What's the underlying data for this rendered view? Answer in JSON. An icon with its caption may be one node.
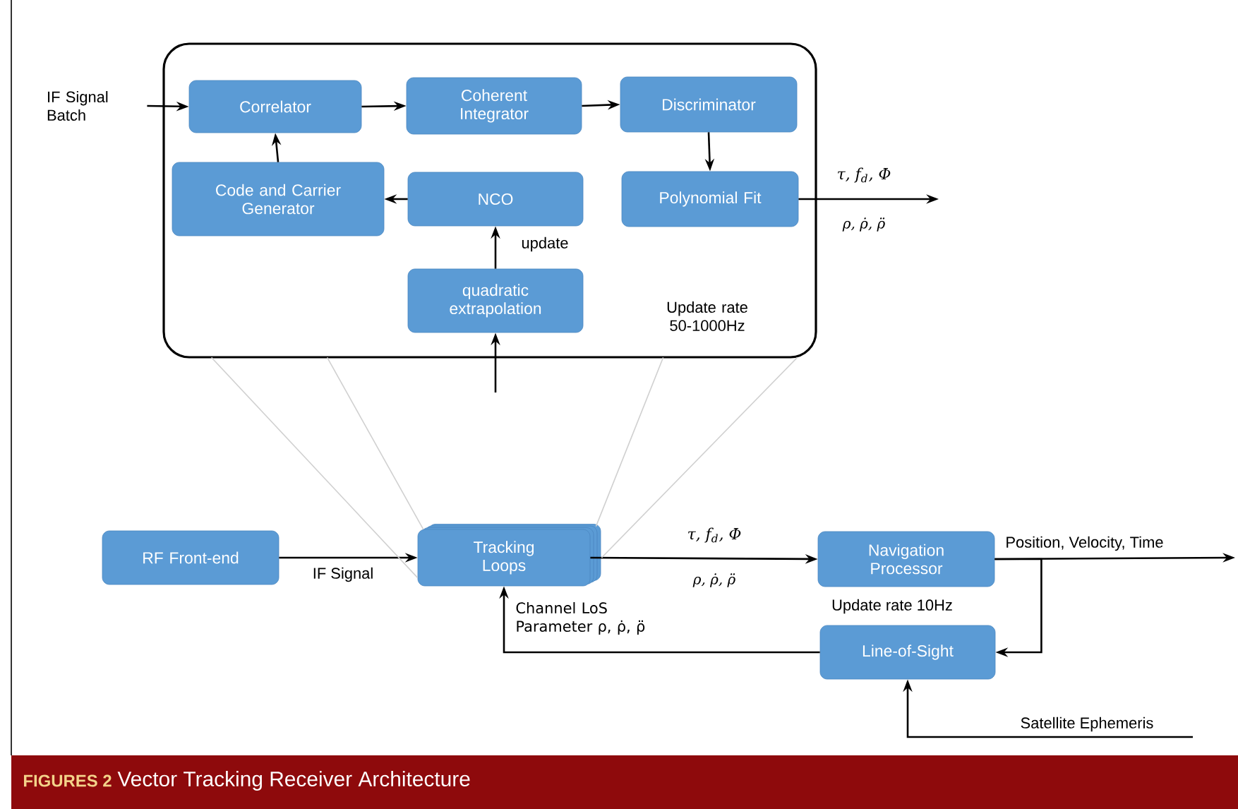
{
  "diagram": {
    "caption": "Vector Tracking Receiver Architecture",
    "nodes": [
      {
        "text": [
          "Update rate 50-1000Hz"
        ]
      },
      {
        "text": [
          "IF Signal Batch"
        ]
      },
      {
        "text": [
          "Correlator"
        ],
        "in": 0
      },
      {
        "text": [
          "Coherent Integrator"
        ],
        "in": 0
      },
      {
        "text": [
          "Discriminator"
        ],
        "in": 0
      },
      {
        "text": [
          "Code and Carrier Generator"
        ],
        "in": 0
      },
      {
        "text": [
          "NCO"
        ],
        "in": 0
      },
      {
        "text": [
          "Polynomial Fit"
        ],
        "in": 0
      },
      {
        "text": [
          "quadratic extrapolation"
        ],
        "in": 0
      },
      {
        "text": [
          "RF Front-end"
        ]
      },
      {
        "text": [
          "Tracking Loops"
        ]
      },
      {
        "text": [
          "Navigation Processor"
        ],
        "beside": [
          "Update rate 10Hz"
        ]
      },
      {
        "text": [
          "Line-of-Sight"
        ]
      }
    ],
    "edges": [
      {
        "from": 1,
        "to": 2,
        "arrow": "to"
      },
      {
        "from": 2,
        "to": 3,
        "arrow": "to"
      },
      {
        "from": 3,
        "to": 4,
        "arrow": "to"
      },
      {
        "from": 4,
        "to": 7,
        "arrow": "to"
      },
      {
        "from": 6,
        "to": 5,
        "arrow": "to"
      },
      {
        "from": 5,
        "to": 2,
        "arrow": "to"
      },
      {
        "from": 8,
        "to": 6,
        "arrow": "to",
        "label": "update"
      },
      {
        "from": null,
        "to": 8,
        "arrow": "to"
      },
      {
        "from": 7,
        "to": null,
        "arrow": "to",
        "label": "τ, *f*$_{d}$, Φ"
      },
      {
        "from": 9,
        "to": 10,
        "arrow": "to",
        "label": "IF Signal"
      },
      {
        "from": 10,
        "to": 11,
        "arrow": "to",
        "label": "τ, *f*$_{d}$, Φ"
      },
      {
        "from": 11,
        "to": null,
        "arrow": "to",
        "label": "Position, Velocity, Time"
      },
      {
        "from": 11,
        "to": 12,
        "arrow": "to"
      },
      {
        "from": 12,
        "to": 10,
        "arrow": "to",
        "label": "Channel LoS Parameter ρ, ρ̇, ρ̈"
      },
      {
        "from": null,
        "to": 12,
        "arrow": "to",
        "label": "Satellite Ephemeris"
      },
      {
        "from": 0,
        "to": 10,
        "arrow": "none",
        "color": "#d0d0d0"
      },
      {
        "from": 0,
        "to": 10,
        "arrow": "none",
        "color": "#d0d0d0"
      },
      {
        "from": 0,
        "to": 10,
        "arrow": "none",
        "color": "#d0d0d0"
      },
      {
        "from": 0,
        "to": 10,
        "arrow": "none",
        "color": "#d0d0d0"
      }
    ],
    "labels": [
      "ρ, ρ̇, ρ̈",
      "ρ, ρ̇, ρ̈",
      "FIGURES 2"
    ]
  }
}
